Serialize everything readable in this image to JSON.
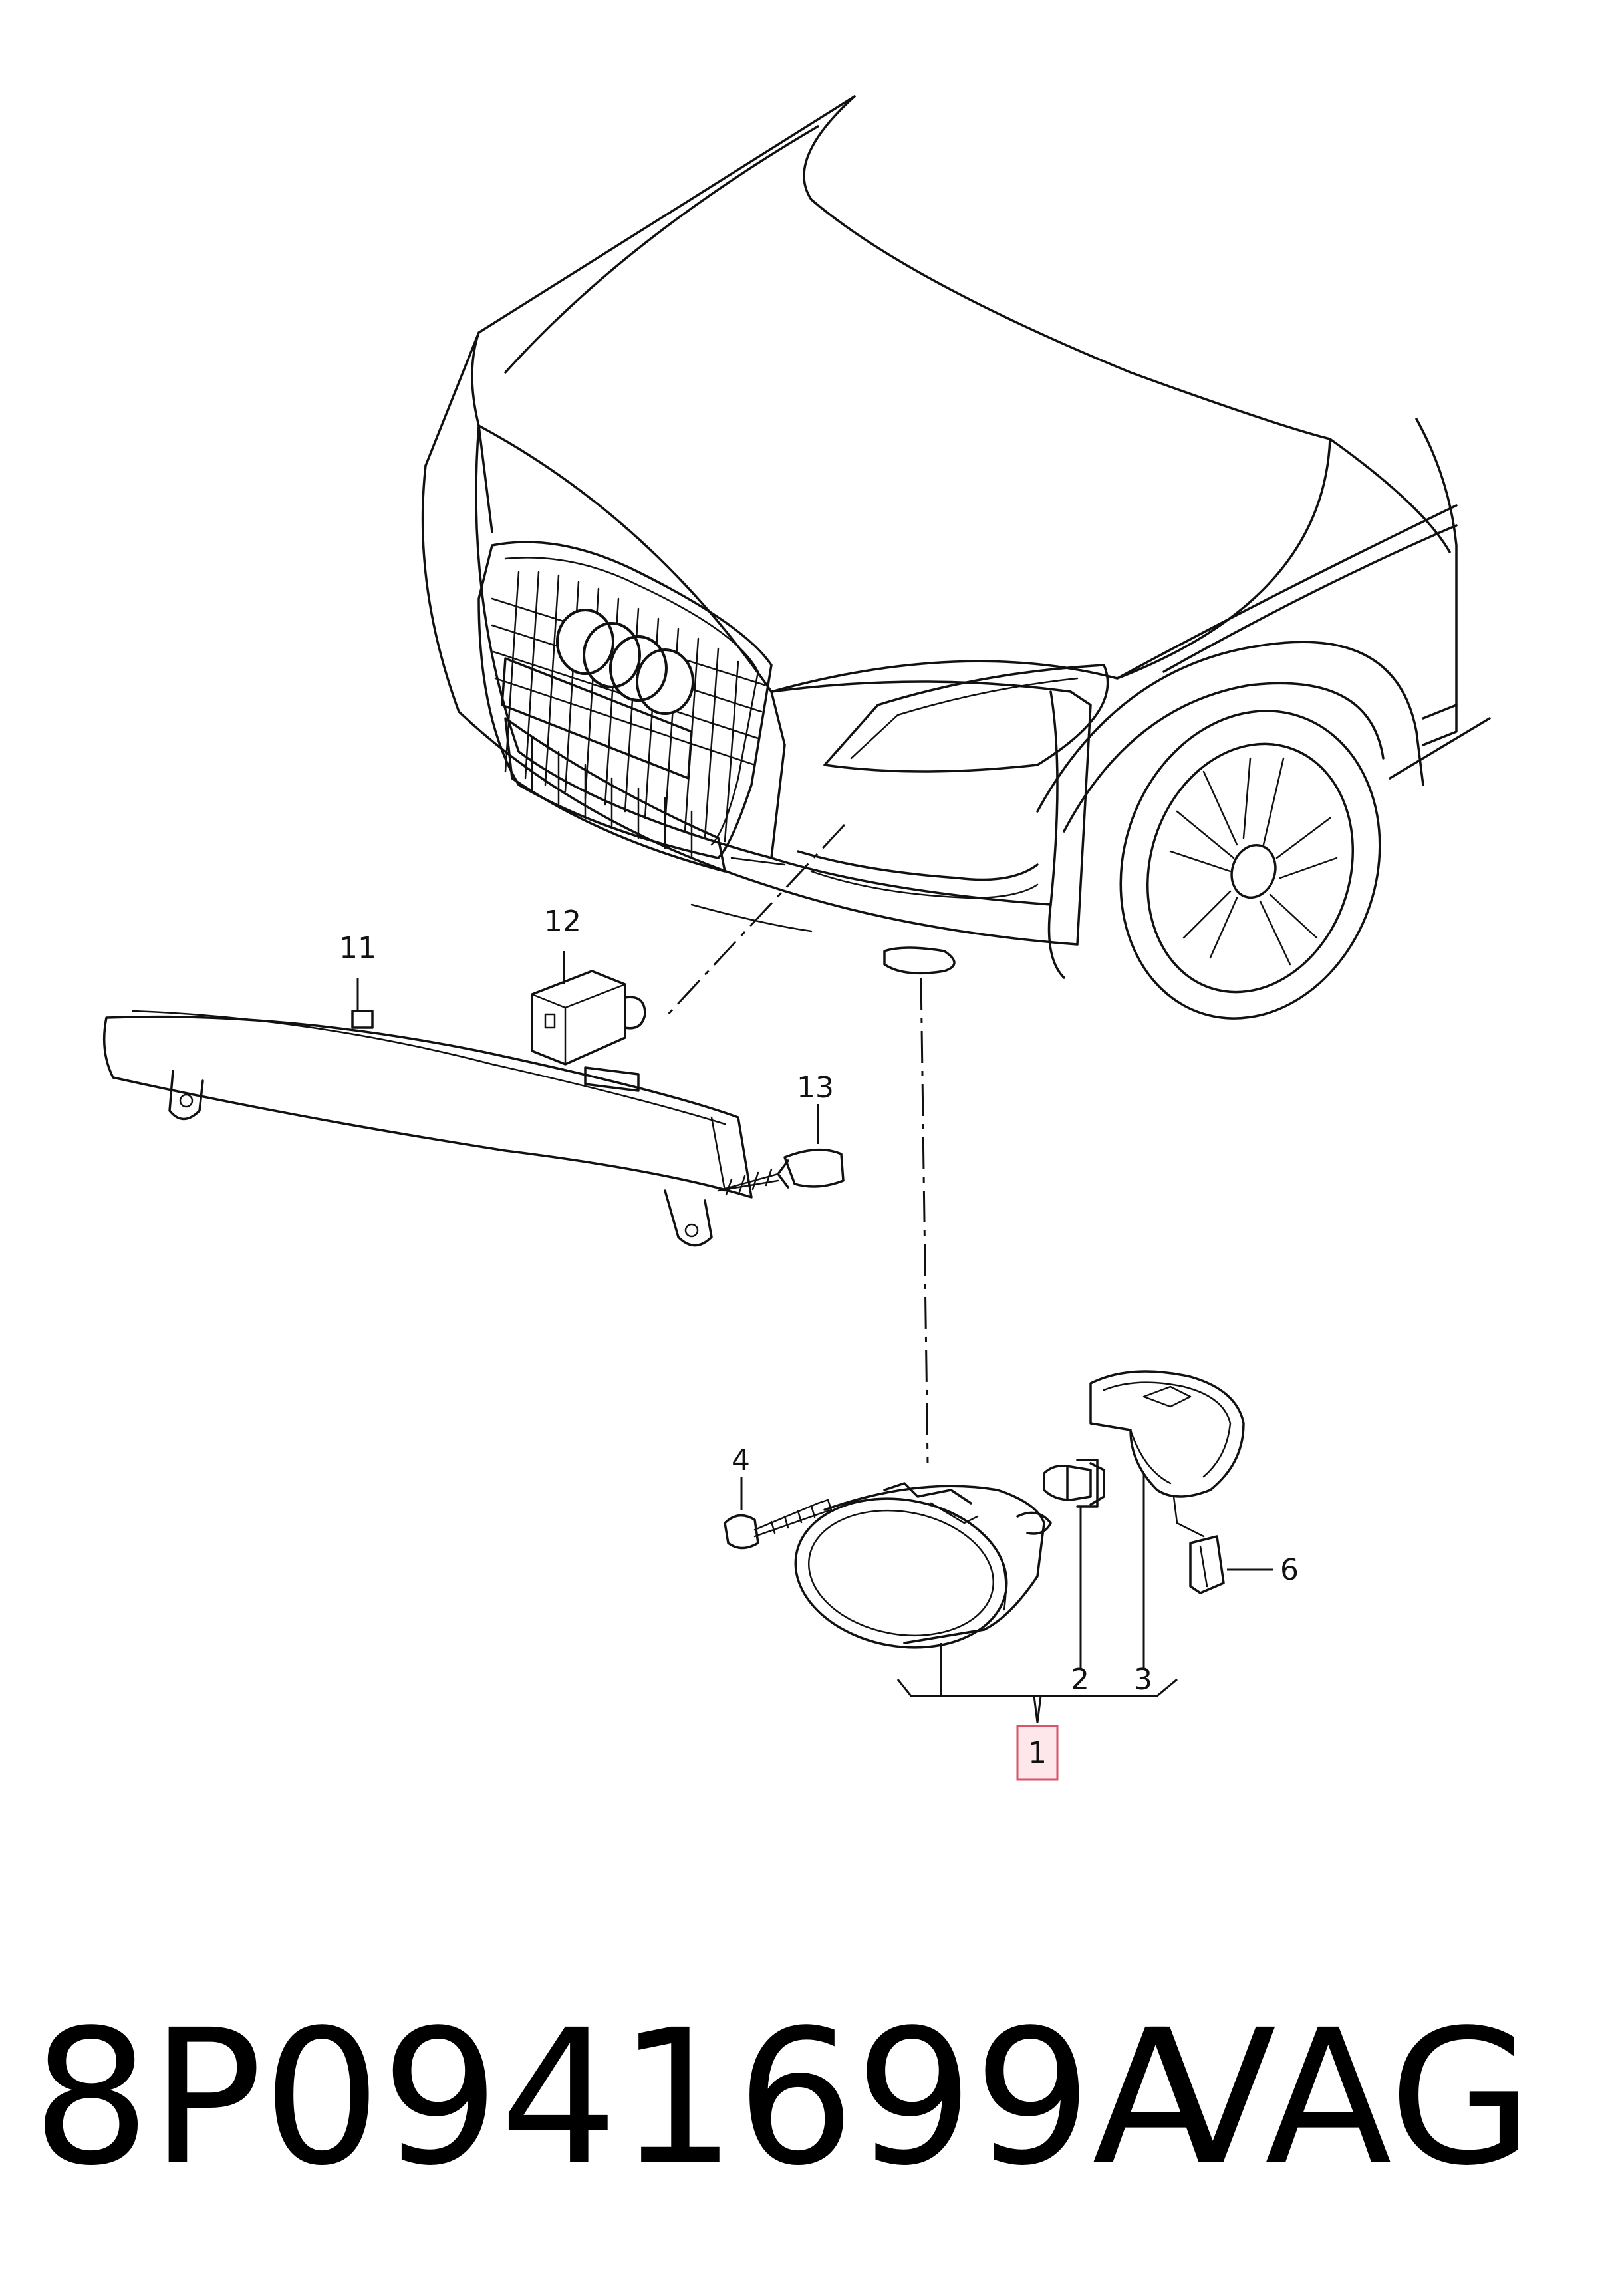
{
  "callouts": {
    "c1": "1",
    "c2": "2",
    "c3": "3",
    "c4": "4",
    "c6": "6",
    "c11": "11",
    "c12": "12",
    "c13": "13"
  },
  "highlighted_callout": "1",
  "highlight_color": "#fde7ea",
  "highlight_border": "#d9536b",
  "footer": {
    "part_number": "8P0941699A",
    "brand": "VAG"
  }
}
